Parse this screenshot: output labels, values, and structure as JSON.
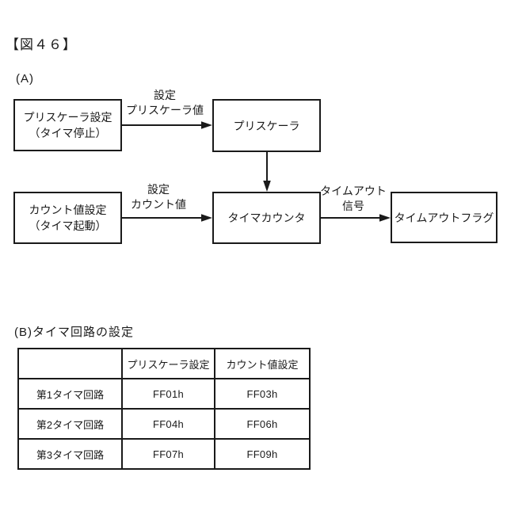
{
  "page": {
    "background": "#ffffff",
    "ink_color": "#1a1a1a"
  },
  "figure_label": "【図４６】",
  "section_a": {
    "label": "(A)",
    "boxes": {
      "prescaler_setting": {
        "line1": "プリスケーラ設定",
        "line2": "（タイマ停止）"
      },
      "prescaler": {
        "line1": "プリスケーラ"
      },
      "count_setting": {
        "line1": "カウント値設定",
        "line2": "（タイマ起動）"
      },
      "timer_counter": {
        "line1": "タイマカウンタ"
      },
      "timeout_flag": {
        "line1": "タイムアウトフラグ"
      }
    },
    "arrow_labels": {
      "set_prescaler": {
        "line1": "設定",
        "line2": "プリスケーラ値"
      },
      "set_count": {
        "line1": "設定",
        "line2": "カウント値"
      },
      "timeout": {
        "line1": "タイムアウト",
        "line2": "信号"
      }
    }
  },
  "section_b": {
    "label": "(B)タイマ回路の設定",
    "table": {
      "headers": [
        "",
        "プリスケーラ設定",
        "カウント値設定"
      ],
      "rows": [
        {
          "name": "第1タイマ回路",
          "prescaler": "FF01h",
          "count": "FF03h"
        },
        {
          "name": "第2タイマ回路",
          "prescaler": "FF04h",
          "count": "FF06h"
        },
        {
          "name": "第3タイマ回路",
          "prescaler": "FF07h",
          "count": "FF09h"
        }
      ]
    }
  }
}
